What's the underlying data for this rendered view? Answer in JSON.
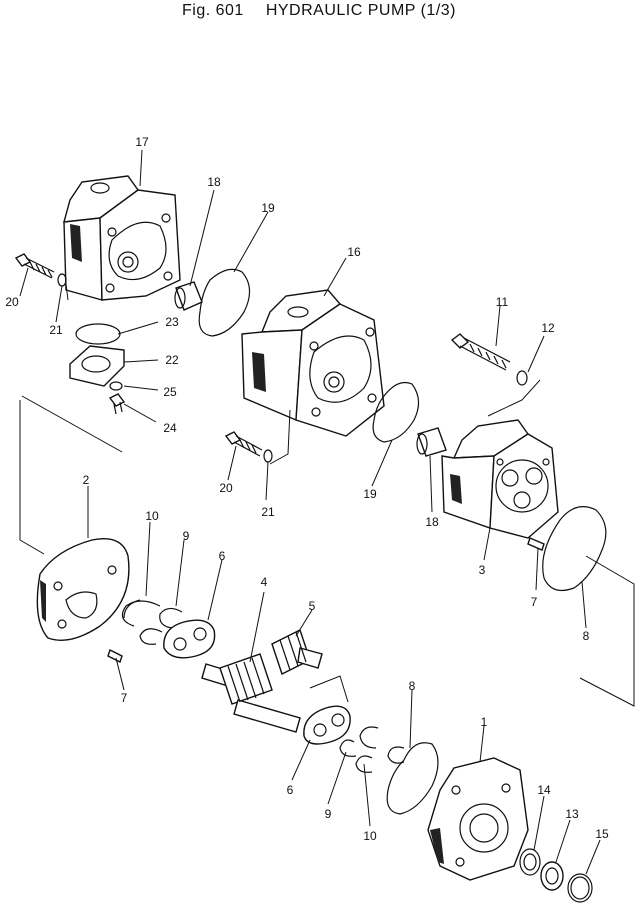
{
  "title": {
    "fig": "Fig. 601",
    "name": "HYDRAULIC PUMP (1/3)"
  },
  "callouts": {
    "c1": "1",
    "c2": "2",
    "c3": "3",
    "c4": "4",
    "c5": "5",
    "c6a": "6",
    "c6b": "6",
    "c7a": "7",
    "c7b": "7",
    "c8a": "8",
    "c8b": "8",
    "c9a": "9",
    "c9b": "9",
    "c10a": "10",
    "c10b": "10",
    "c11": "11",
    "c12": "12",
    "c13": "13",
    "c14": "14",
    "c15": "15",
    "c16": "16",
    "c17": "17",
    "c18a": "18",
    "c18b": "18",
    "c19a": "19",
    "c19b": "19",
    "c20a": "20",
    "c20b": "20",
    "c21a": "21",
    "c21b": "21",
    "c22": "22",
    "c23": "23",
    "c24": "24",
    "c25": "25"
  }
}
